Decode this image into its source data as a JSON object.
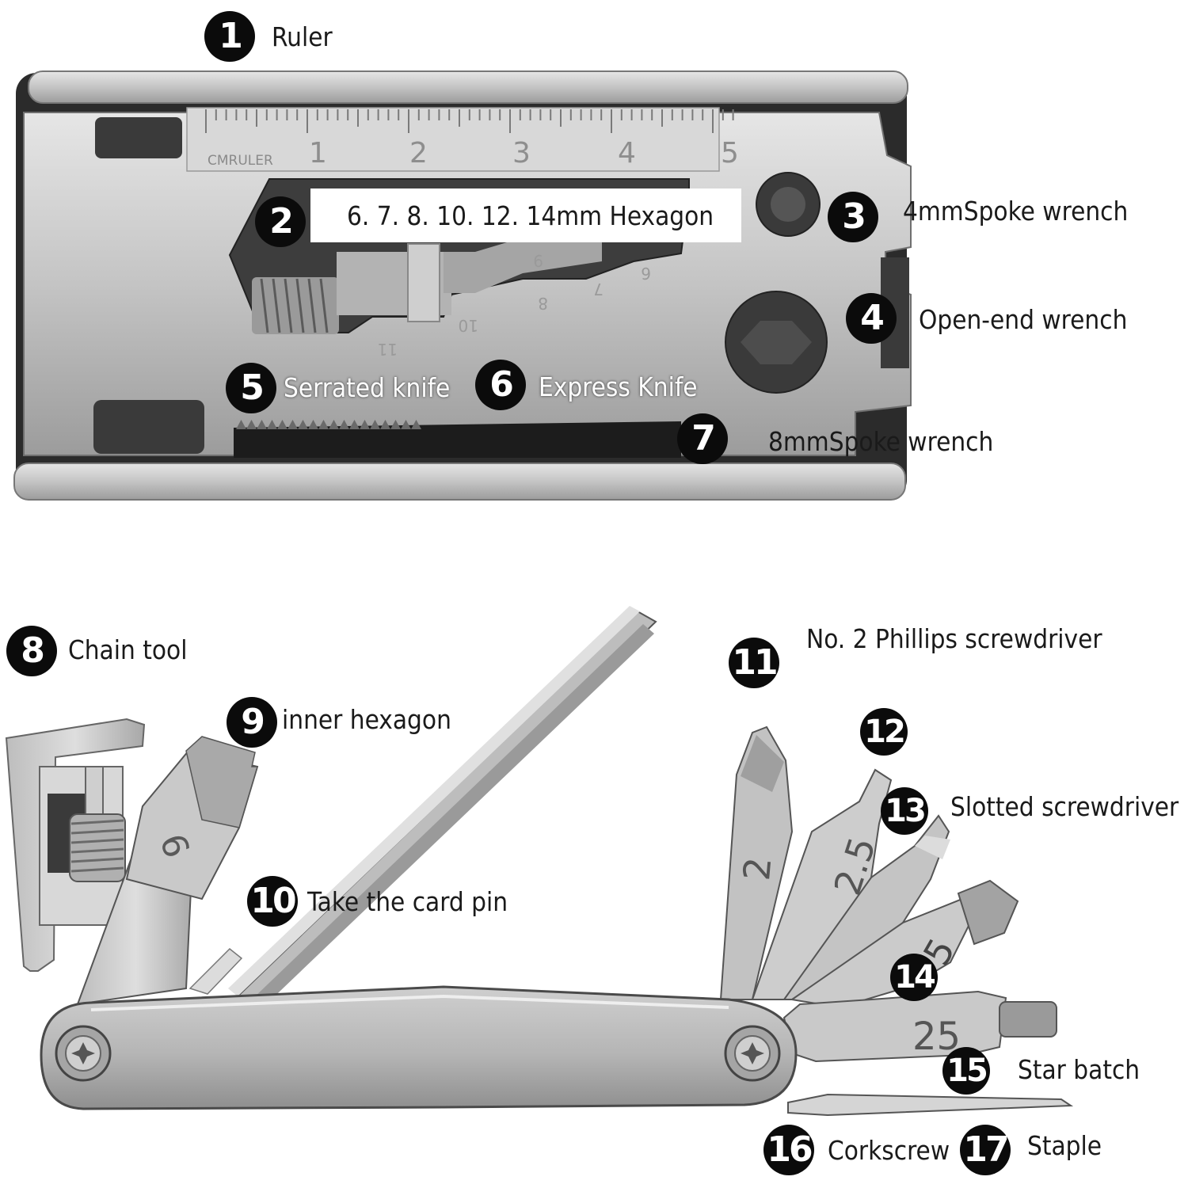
{
  "ruler": {
    "brand": "CMRULER",
    "numbers": [
      "1",
      "2",
      "3",
      "4",
      "5"
    ]
  },
  "hex_sizes_engraved": [
    "6",
    "7",
    "8",
    "9",
    "10",
    "11"
  ],
  "tool_numbers": {
    "hex_key_9": "9",
    "bit_2": "2",
    "bit_2_5": "2.5",
    "bit_5": "5",
    "bit_25": "25"
  },
  "callouts": [
    {
      "num": "1",
      "label": "Ruler"
    },
    {
      "num": "2",
      "label": "6. 7. 8. 10. 12. 14mm Hexagon"
    },
    {
      "num": "3",
      "label": "4mmSpoke wrench"
    },
    {
      "num": "4",
      "label": "Open-end wrench"
    },
    {
      "num": "5",
      "label": "Serrated knife"
    },
    {
      "num": "6",
      "label": "Express Knife"
    },
    {
      "num": "7",
      "label": "8mmSpoke wrench"
    },
    {
      "num": "8",
      "label": "Chain tool"
    },
    {
      "num": "9",
      "label": "inner hexagon"
    },
    {
      "num": "10",
      "label": "Take the card pin"
    },
    {
      "num": "11",
      "label": "No. 2 Phillips screwdriver"
    },
    {
      "num": "12",
      "label": ""
    },
    {
      "num": "13",
      "label": "Slotted screwdriver"
    },
    {
      "num": "14",
      "label": ""
    },
    {
      "num": "15",
      "label": "Star batch"
    },
    {
      "num": "16",
      "label": "Corkscrew"
    },
    {
      "num": "17",
      "label": "Staple"
    }
  ],
  "colors": {
    "badge": "#0b0b0b",
    "steel_light": "#d9d9d9",
    "steel_mid": "#b7b7b7",
    "steel_dark": "#8a8a8a",
    "outline": "#1a1a1a"
  }
}
